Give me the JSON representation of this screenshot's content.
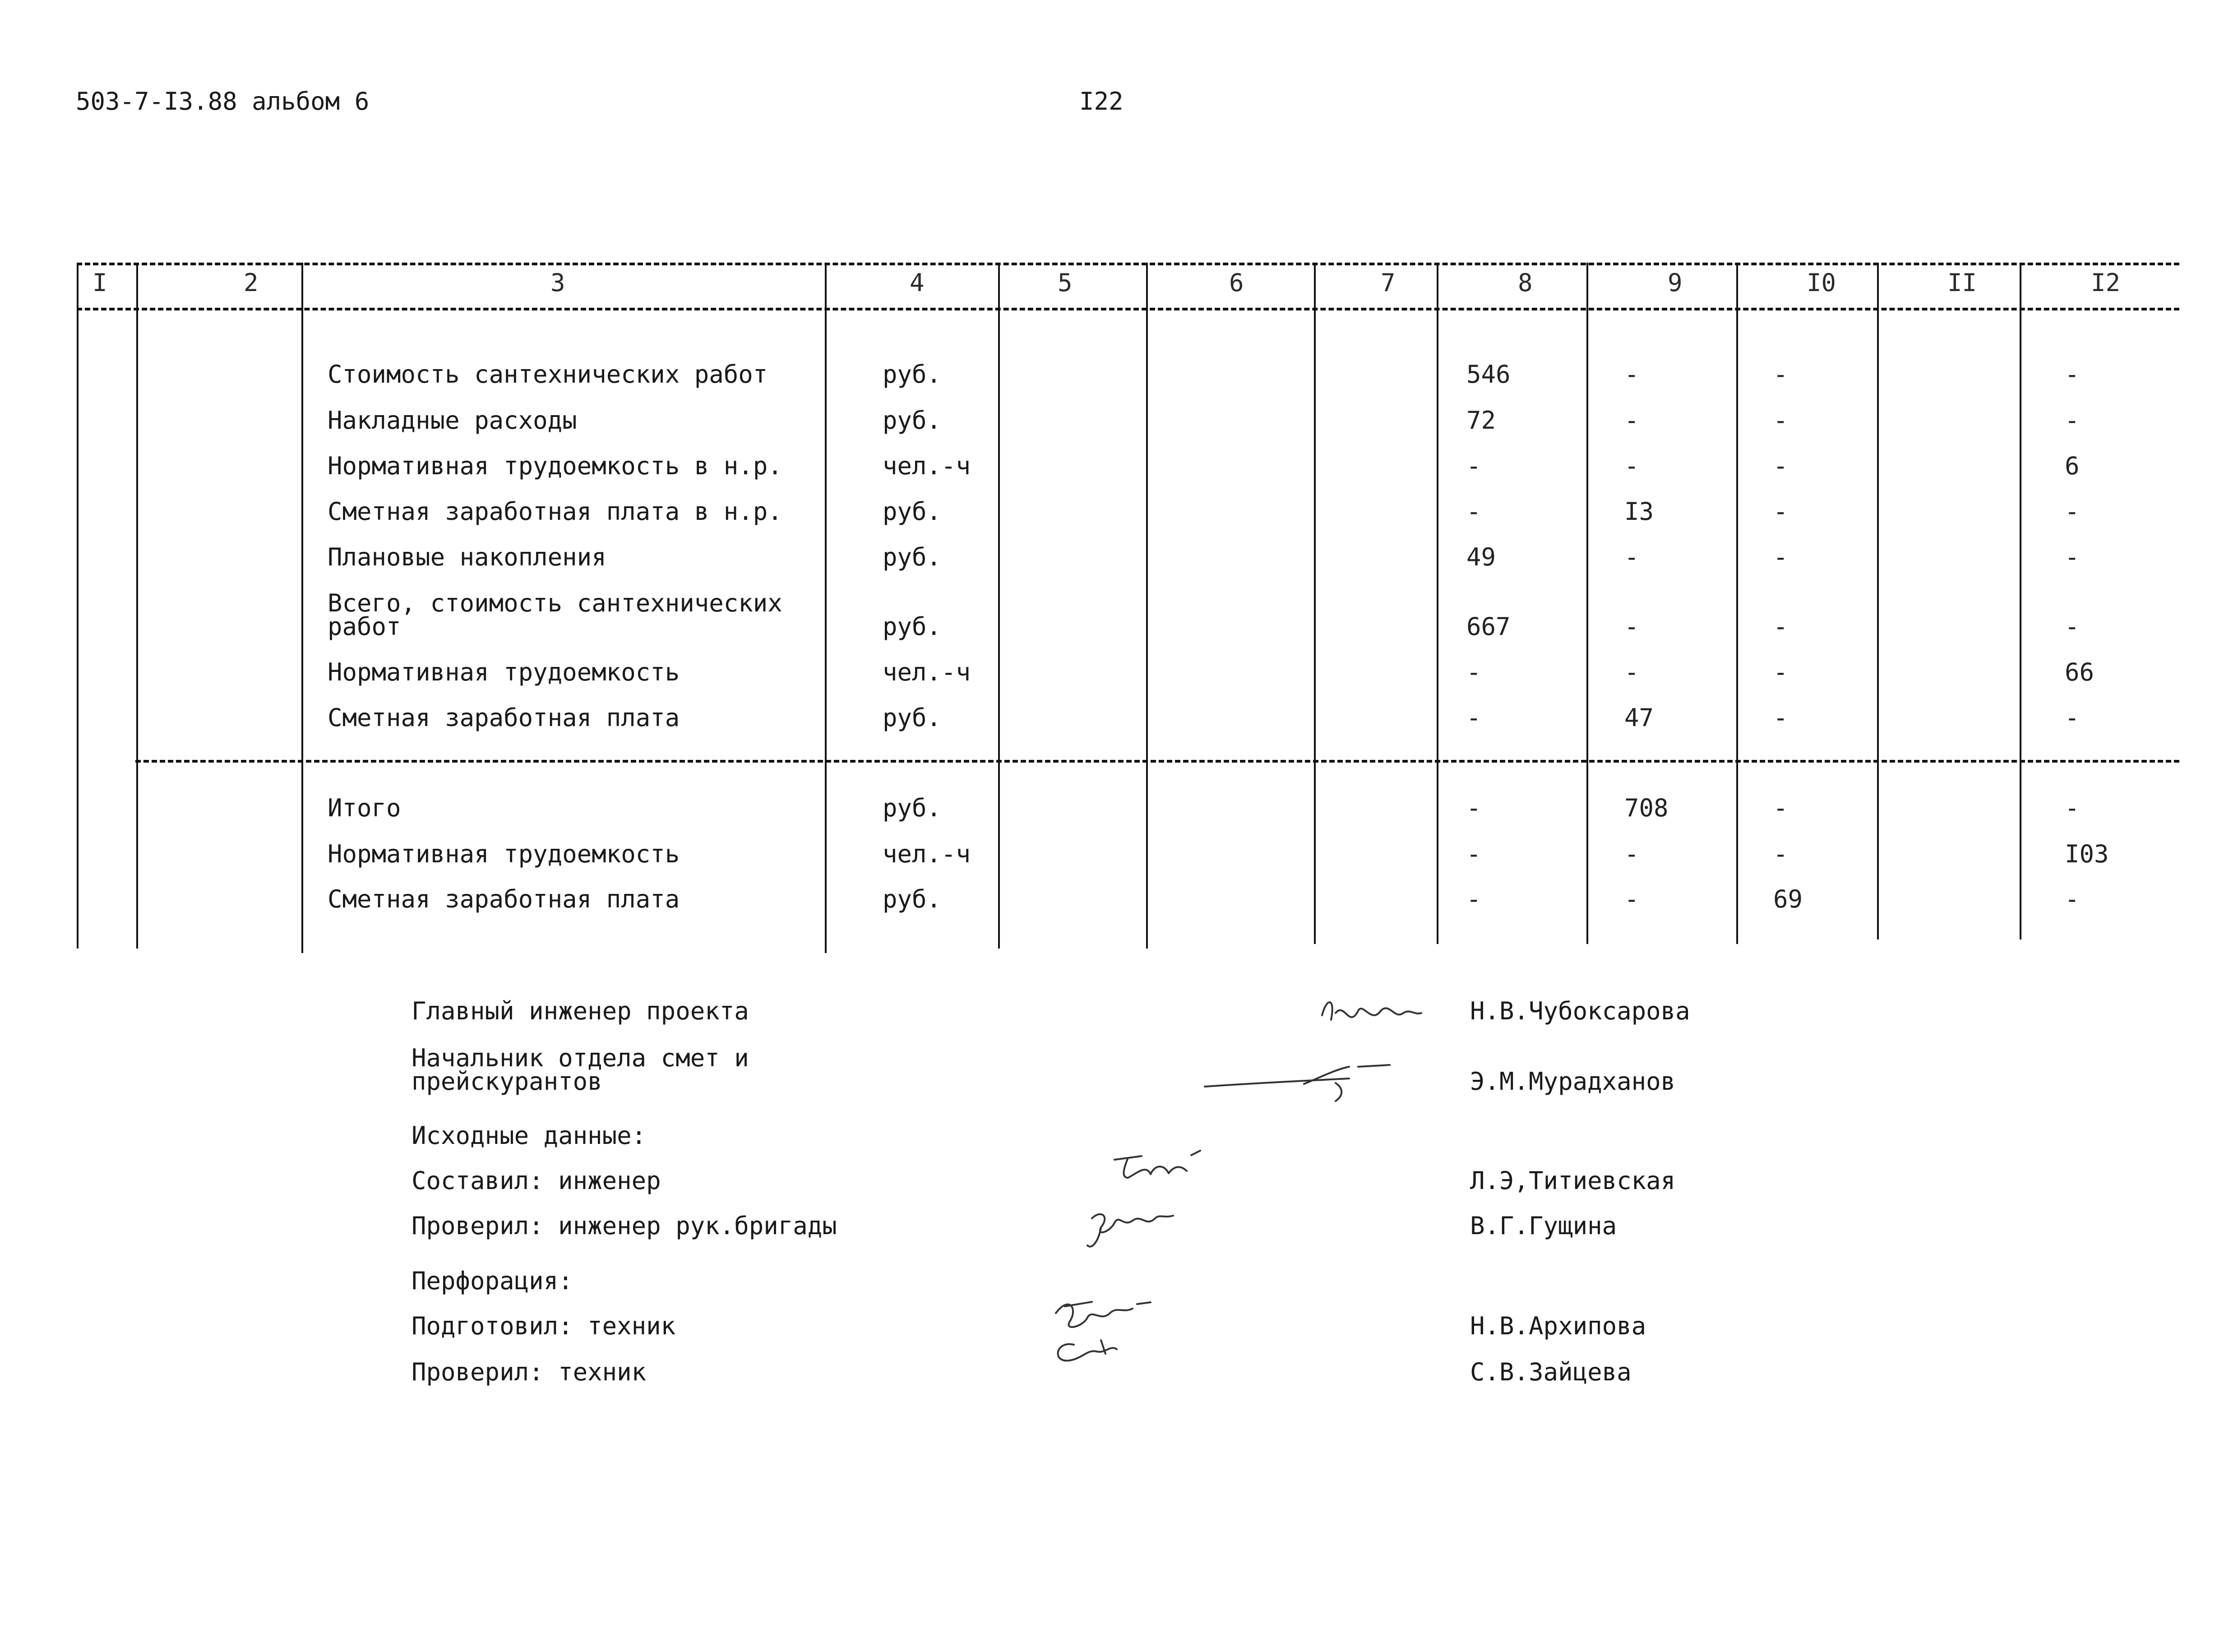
{
  "page": {
    "doc_code": "503-7-I3.88 альбом 6",
    "page_number": "I22"
  },
  "table": {
    "header": [
      "I",
      "2",
      "3",
      "4",
      "5",
      "6",
      "7",
      "8",
      "9",
      "I0",
      "II",
      "I2"
    ],
    "rows": [
      {
        "name": "Стоимость сантехнических работ",
        "unit": "руб.",
        "c8": "546",
        "c9": "-",
        "c10": "-",
        "c12": "-"
      },
      {
        "name": "Накладные расходы",
        "unit": "руб.",
        "c8": "72",
        "c9": "-",
        "c10": "-",
        "c12": "-"
      },
      {
        "name": "Нормативная трудоемкость в н.р.",
        "unit": "чел.-ч",
        "c8": "-",
        "c9": "-",
        "c10": "-",
        "c12": "6"
      },
      {
        "name": "Сметная заработная плата в н.р.",
        "unit": "руб.",
        "c8": "-",
        "c9": "I3",
        "c10": "-",
        "c12": "-"
      },
      {
        "name": "Плановые накопления",
        "unit": "руб.",
        "c8": "49",
        "c9": "-",
        "c10": "-",
        "c12": "-"
      },
      {
        "name_line1": "Всего, стоимость сантехнических",
        "name_line2": "работ",
        "unit": "руб.",
        "c8": "667",
        "c9": "-",
        "c10": "-",
        "c12": "-"
      },
      {
        "name": "Нормативная трудоемкость",
        "unit": "чел.-ч",
        "c8": "-",
        "c9": "-",
        "c10": "-",
        "c12": "66"
      },
      {
        "name": "Сметная заработная плата",
        "unit": "руб.",
        "c8": "-",
        "c9": "47",
        "c10": "-",
        "c12": "-"
      }
    ],
    "totals": [
      {
        "name": "Итого",
        "unit": "руб.",
        "c8": "-",
        "c9": "708",
        "c10": "-",
        "c12": "-"
      },
      {
        "name": "Нормативная трудоемкость",
        "unit": "чел.-ч",
        "c8": "-",
        "c9": "-",
        "c10": "-",
        "c12": "I03"
      },
      {
        "name": "Сметная заработная плата",
        "unit": "руб.",
        "c8": "-",
        "c9": "-",
        "c10": "69",
        "c12": "-"
      }
    ]
  },
  "signatures": {
    "chief_engineer_title": "Главный инженер проекта",
    "chief_engineer_name": "Н.В.Чубоксарова",
    "dept_head_title_line1": "Начальник отдела смет и",
    "dept_head_title_line2": "прейскурантов",
    "dept_head_name": "Э.М.Мурадханов",
    "source_data_label": "Исходные данные:",
    "compiled_label": "Составил: инженер",
    "compiled_name": "Л.Э,Титиевская",
    "checked_label": "Проверил: инженер рук.бригады",
    "checked_name": "В.Г.Гущина",
    "perforation_label": "Перфорация:",
    "prepared_label": "Подготовил: техник",
    "prepared_name": "Н.В.Архипова",
    "checked2_label": "Проверил:  техник",
    "checked2_name": "С.В.Зайцева"
  }
}
